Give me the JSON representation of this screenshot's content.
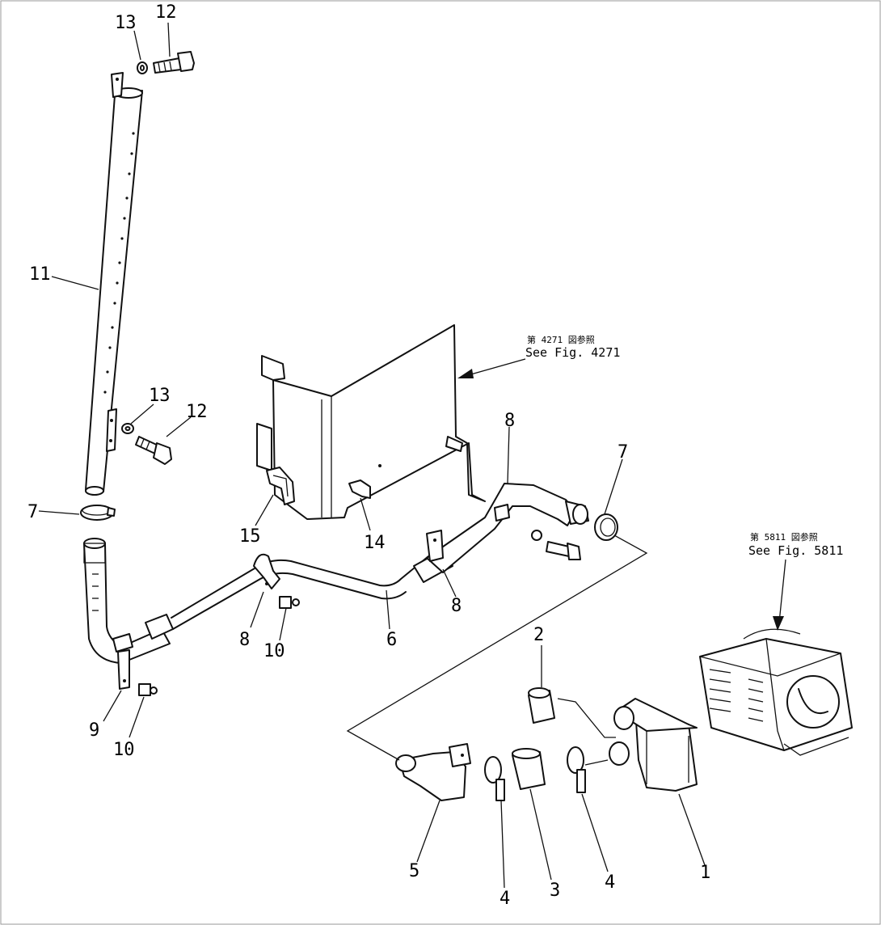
{
  "references": {
    "upper_jp": "第 4271 図参照",
    "upper_en": "See Fig. 4271",
    "right_jp": "第 5811 図参照",
    "right_en": "See Fig. 5811"
  },
  "callouts": [
    {
      "id": "c13a",
      "text": "13"
    },
    {
      "id": "c12a",
      "text": "12"
    },
    {
      "id": "c11",
      "text": "11"
    },
    {
      "id": "c13b",
      "text": "13"
    },
    {
      "id": "c12b",
      "text": "12"
    },
    {
      "id": "c7a",
      "text": "7"
    },
    {
      "id": "c15",
      "text": "15"
    },
    {
      "id": "c14",
      "text": "14"
    },
    {
      "id": "c8a",
      "text": "8"
    },
    {
      "id": "c7b",
      "text": "7"
    },
    {
      "id": "c8b",
      "text": "8"
    },
    {
      "id": "c8c",
      "text": "8"
    },
    {
      "id": "c10a",
      "text": "10"
    },
    {
      "id": "c6",
      "text": "6"
    },
    {
      "id": "c9",
      "text": "9"
    },
    {
      "id": "c10b",
      "text": "10"
    },
    {
      "id": "c2",
      "text": "2"
    },
    {
      "id": "c5",
      "text": "5"
    },
    {
      "id": "c4a",
      "text": "4"
    },
    {
      "id": "c3",
      "text": "3"
    },
    {
      "id": "c4b",
      "text": "4"
    },
    {
      "id": "c1",
      "text": "1"
    }
  ]
}
